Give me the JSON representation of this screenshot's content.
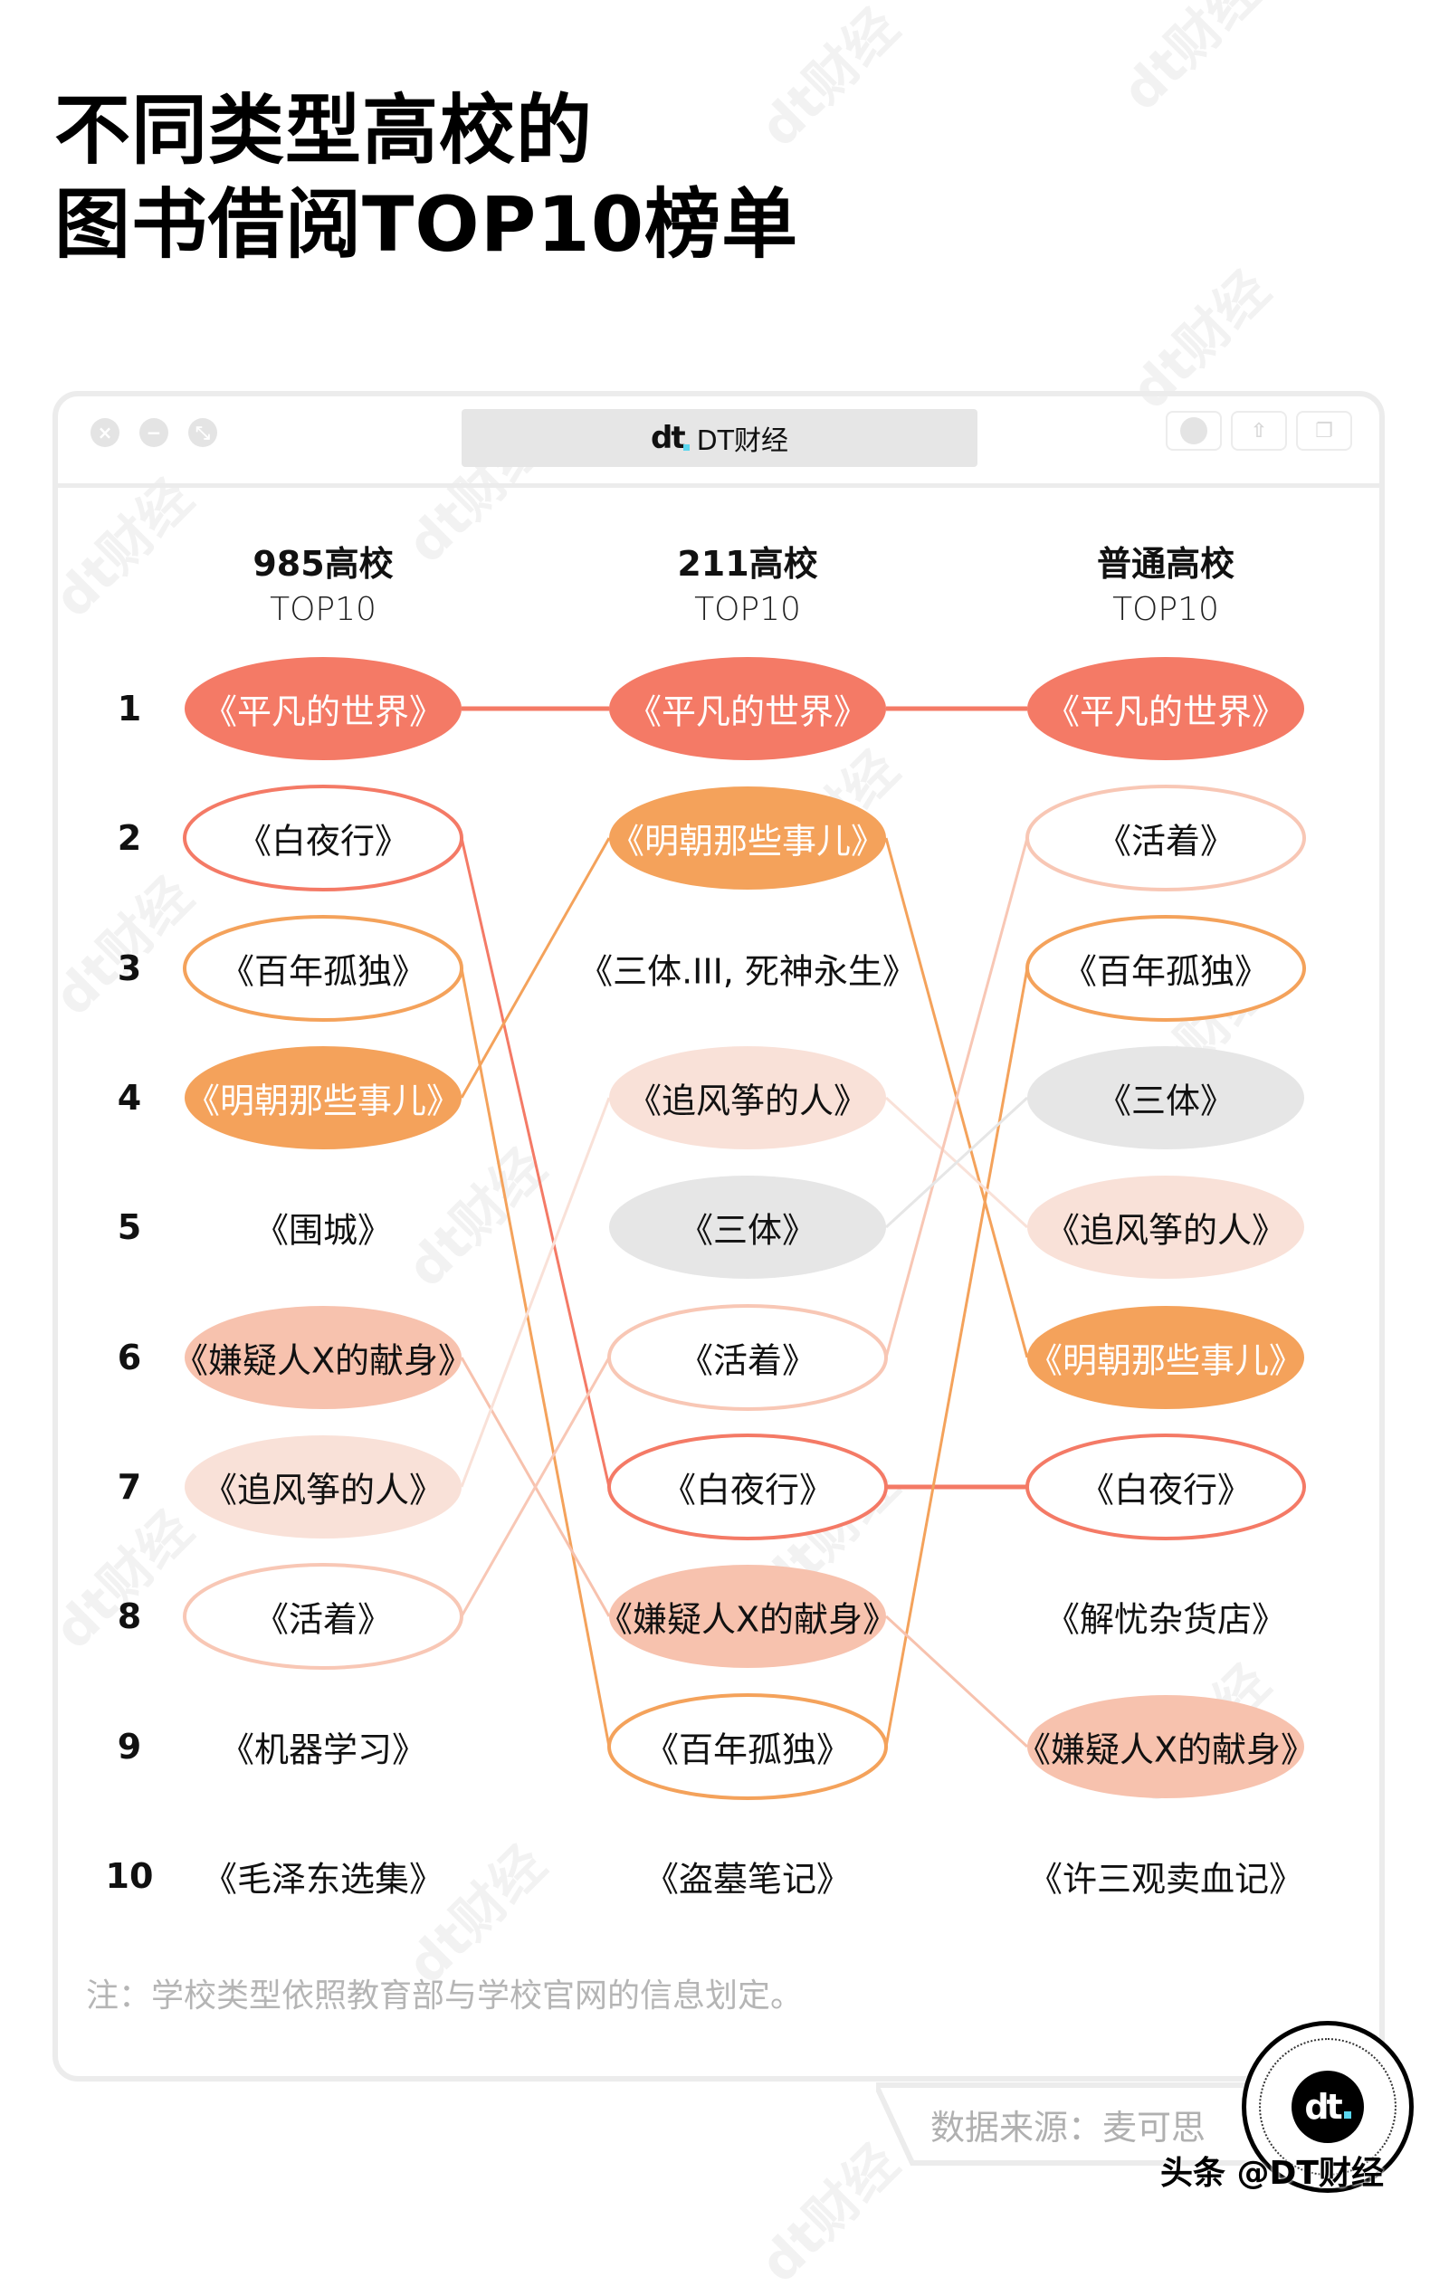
{
  "title": {
    "line1": "不同类型高校的",
    "line2": "图书借阅TOP10榜单"
  },
  "window": {
    "address_logo": "dt",
    "address_label": "DT财经",
    "traffic_icons": [
      "close-icon",
      "minimize-icon",
      "resize-icon"
    ],
    "toolbar_icons": [
      "record-icon",
      "share-icon",
      "copy-icon"
    ]
  },
  "watermark": "dt财经",
  "colors": {
    "red": "#F47A66",
    "orange": "#F4A25B",
    "salmon": "#F7C2AE",
    "light_pink": "#F9E1D8",
    "gray": "#E6E6E6",
    "light_salmon_outline": "#F8C7B5"
  },
  "chart_data": {
    "type": "table",
    "title": "不同类型高校的图书借阅TOP10榜单",
    "columns": [
      {
        "name": "985高校",
        "sub": "TOP10"
      },
      {
        "name": "211高校",
        "sub": "TOP10"
      },
      {
        "name": "普通高校",
        "sub": "TOP10"
      }
    ],
    "ranks": [
      "1",
      "2",
      "3",
      "4",
      "5",
      "6",
      "7",
      "8",
      "9",
      "10"
    ],
    "rankings": {
      "985高校": [
        "《平凡的世界》",
        "《白夜行》",
        "《百年孤独》",
        "《明朝那些事儿》",
        "《围城》",
        "《嫌疑人X的献身》",
        "《追风筝的人》",
        "《活着》",
        "《机器学习》",
        "《毛泽东选集》"
      ],
      "211高校": [
        "《平凡的世界》",
        "《明朝那些事儿》",
        "《三体.III, 死神永生》",
        "《追风筝的人》",
        "《三体》",
        "《活着》",
        "《白夜行》",
        "《嫌疑人X的献身》",
        "《百年孤独》",
        "《盗墓笔记》"
      ],
      "普通高校": [
        "《平凡的世界》",
        "《活着》",
        "《百年孤独》",
        "《三体》",
        "《追风筝的人》",
        "《明朝那些事儿》",
        "《白夜行》",
        "《解忧杂货店》",
        "《嫌疑人X的献身》",
        "《许三观卖血记》"
      ]
    },
    "connections": [
      {
        "book": "《平凡的世界》",
        "ranks": [
          1,
          1,
          1
        ],
        "style": "red-fill"
      },
      {
        "book": "《白夜行》",
        "ranks": [
          2,
          7,
          7
        ],
        "style": "red-outline"
      },
      {
        "book": "《百年孤独》",
        "ranks": [
          3,
          9,
          3
        ],
        "style": "orange-outline"
      },
      {
        "book": "《明朝那些事儿》",
        "ranks": [
          4,
          2,
          6
        ],
        "style": "orange-fill"
      },
      {
        "book": "《嫌疑人X的献身》",
        "ranks": [
          6,
          8,
          9
        ],
        "style": "salmon-fill"
      },
      {
        "book": "《追风筝的人》",
        "ranks": [
          7,
          4,
          5
        ],
        "style": "pink-fill"
      },
      {
        "book": "《活着》",
        "ranks": [
          8,
          6,
          2
        ],
        "style": "salmon-outline"
      },
      {
        "book": "《三体》",
        "ranks": [
          null,
          5,
          4
        ],
        "style": "gray-fill"
      }
    ]
  },
  "table": {
    "headers": [
      {
        "name": "985高校",
        "sub": "TOP10"
      },
      {
        "name": "211高校",
        "sub": "TOP10"
      },
      {
        "name": "普通高校",
        "sub": "TOP10"
      }
    ],
    "rows": [
      {
        "rank": "1",
        "c1": "《平凡的世界》",
        "c2": "《平凡的世界》",
        "c3": "《平凡的世界》"
      },
      {
        "rank": "2",
        "c1": "《白夜行》",
        "c2": "《明朝那些事儿》",
        "c3": "《活着》"
      },
      {
        "rank": "3",
        "c1": "《百年孤独》",
        "c2": "《三体.III, 死神永生》",
        "c3": "《百年孤独》"
      },
      {
        "rank": "4",
        "c1": "《明朝那些事儿》",
        "c2": "《追风筝的人》",
        "c3": "《三体》"
      },
      {
        "rank": "5",
        "c1": "《围城》",
        "c2": "《三体》",
        "c3": "《追风筝的人》"
      },
      {
        "rank": "6",
        "c1": "《嫌疑人X的献身》",
        "c2": "《活着》",
        "c3": "《明朝那些事儿》"
      },
      {
        "rank": "7",
        "c1": "《追风筝的人》",
        "c2": "《白夜行》",
        "c3": "《白夜行》"
      },
      {
        "rank": "8",
        "c1": "《活着》",
        "c2": "《嫌疑人X的献身》",
        "c3": "《解忧杂货店》"
      },
      {
        "rank": "9",
        "c1": "《机器学习》",
        "c2": "《百年孤独》",
        "c3": "《嫌疑人X的献身》"
      },
      {
        "rank": "10",
        "c1": "《毛泽东选集》",
        "c2": "《盗墓笔记》",
        "c3": "《许三观卖血记》"
      }
    ]
  },
  "footer": {
    "note": "注：学校类型依照教育部与学校官网的信息划定。",
    "source": "数据来源：麦可思",
    "badge_logo": "dt",
    "handle": "头条 @DT财经"
  }
}
